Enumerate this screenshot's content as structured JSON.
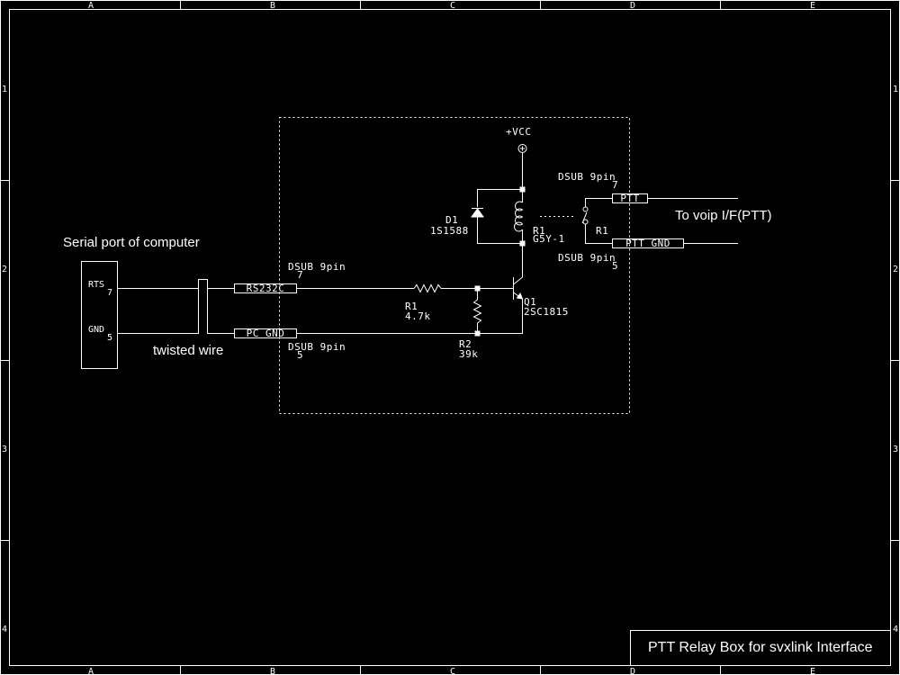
{
  "frame": {
    "columns": [
      "A",
      "B",
      "C",
      "D",
      "E"
    ],
    "rows": [
      "1",
      "2",
      "3",
      "4"
    ]
  },
  "title_block": {
    "title": "PTT Relay Box for svxlink Interface"
  },
  "serial_port": {
    "label": "Serial port of computer",
    "pin_rts_name": "RTS",
    "pin_rts_num": "7",
    "pin_gnd_name": "GND",
    "pin_gnd_num": "5",
    "cable_label": "twisted wire"
  },
  "input_connector": {
    "rts_net": "RS232C",
    "gnd_net": "PC GND",
    "top_dsub": "DSUB 9pin",
    "top_pin": "7",
    "bottom_dsub": "DSUB 9pin",
    "bottom_pin": "5"
  },
  "components": {
    "r1": {
      "ref": "R1",
      "value": "4.7k"
    },
    "r2": {
      "ref": "R2",
      "value": "39k"
    },
    "q1": {
      "ref": "Q1",
      "value": "2SC1815"
    },
    "d1": {
      "ref": "D1",
      "value": "1S1588"
    },
    "relay": {
      "ref": "R1",
      "value": "G5Y-1"
    },
    "relay_contact": {
      "ref": "R1"
    },
    "vcc": {
      "label": "+VCC"
    }
  },
  "output_connector": {
    "top_dsub": "DSUB 9pin",
    "top_pin": "7",
    "bottom_dsub": "DSUB 9pin",
    "bottom_pin": "5",
    "ptt_net": "PTT",
    "ptt_gnd_net": "PTT GND",
    "destination": "To voip I/F(PTT)"
  },
  "colors": {
    "background": "#000000",
    "foreground": "#ffffff"
  }
}
